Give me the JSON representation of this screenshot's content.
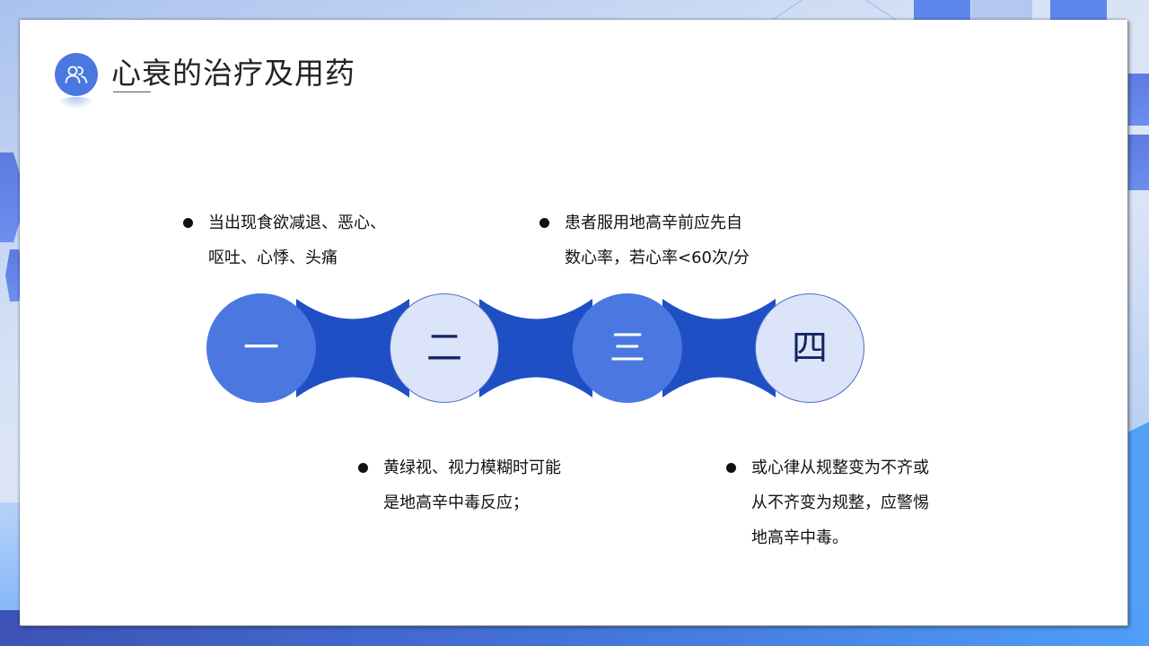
{
  "slide": {
    "title": "心衰的治疗及用药",
    "title_icon": "users-icon",
    "colors": {
      "accent": "#4a78e0",
      "connector": "#1f4fc4",
      "node_light_fill": "#dbe4f8",
      "node_light_text": "#132462",
      "text": "#111111"
    }
  },
  "timeline": {
    "nodes": [
      {
        "label": "一",
        "style": "dark"
      },
      {
        "label": "二",
        "style": "light"
      },
      {
        "label": "三",
        "style": "dark"
      },
      {
        "label": "四",
        "style": "light"
      }
    ]
  },
  "bullets": [
    {
      "lines": [
        "当出现食欲减退、恶心、",
        "呕吐、心悸、头痛"
      ]
    },
    {
      "lines": [
        "患者服用地高辛前应先自",
        "数心率，若心率<60次/分"
      ]
    },
    {
      "lines": [
        "黄绿视、视力模糊时可能",
        "是地高辛中毒反应；"
      ]
    },
    {
      "lines": [
        "或心律从规整变为不齐或",
        "从不齐变为规整，应警惕",
        "地高辛中毒。"
      ]
    }
  ]
}
